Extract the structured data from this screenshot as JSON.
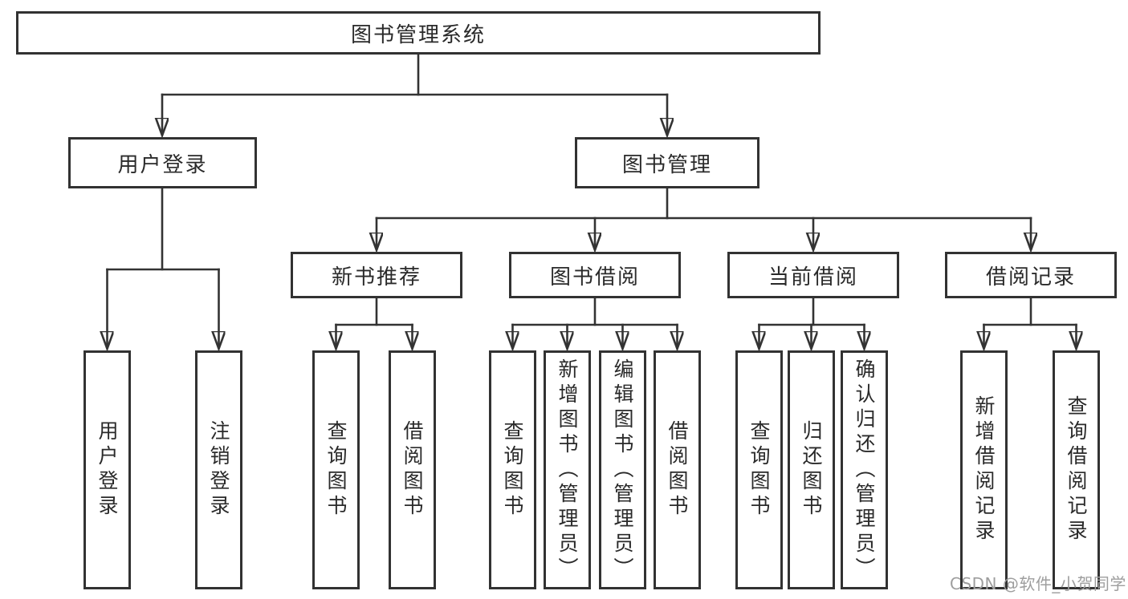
{
  "diagram_title": "图书管理系统",
  "tree": {
    "label": "图书管理系统",
    "children": [
      {
        "label": "用户登录",
        "children": [
          {
            "label": "用户登录"
          },
          {
            "label": "注销登录"
          }
        ]
      },
      {
        "label": "图书管理",
        "children": [
          {
            "label": "新书推荐",
            "children": [
              {
                "label": "查询图书"
              },
              {
                "label": "借阅图书"
              }
            ]
          },
          {
            "label": "图书借阅",
            "children": [
              {
                "label": "查询图书"
              },
              {
                "label": "新增图书（管理员）"
              },
              {
                "label": "编辑图书（管理员）"
              },
              {
                "label": "借阅图书"
              }
            ]
          },
          {
            "label": "当前借阅",
            "children": [
              {
                "label": "查询图书"
              },
              {
                "label": "归还图书"
              },
              {
                "label": "确认归还（管理员）"
              }
            ]
          },
          {
            "label": "借阅记录",
            "children": [
              {
                "label": "新增借阅记录"
              },
              {
                "label": "查询借阅记录"
              }
            ]
          }
        ]
      }
    ]
  },
  "watermark": {
    "text": "CSDN @软件_小贺同学"
  },
  "colors": {
    "line": "#333333",
    "box_border": "#323232",
    "text": "#2a2a2a",
    "watermark": "#9e9e9e",
    "background": "#ffffff"
  }
}
